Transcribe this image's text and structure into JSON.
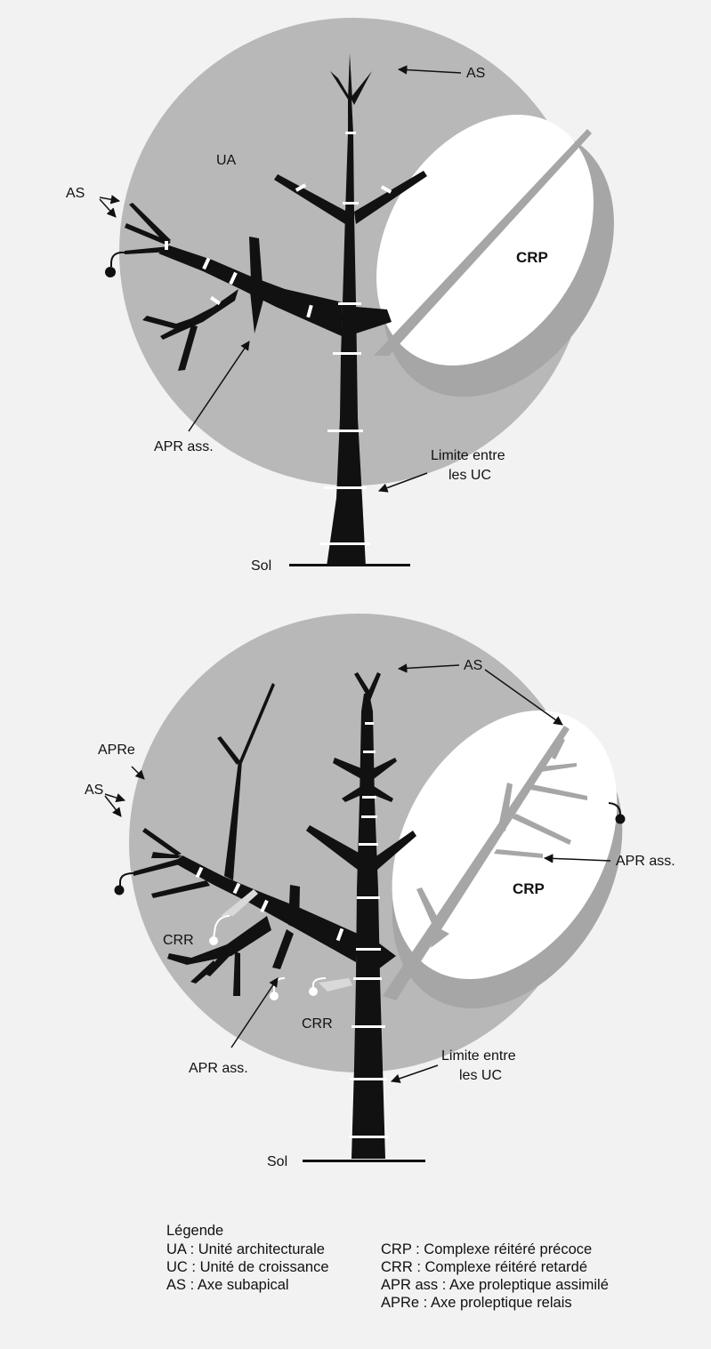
{
  "diagram_top": {
    "labels": {
      "as_top": "AS",
      "ua": "UA",
      "as_left": "AS",
      "crp": "CRP",
      "apr_ass": "APR ass.",
      "limite": [
        "Limite entre",
        "les UC"
      ],
      "sol": "Sol"
    }
  },
  "diagram_bottom": {
    "labels": {
      "as_top": "AS",
      "apre": "APRe",
      "as_left": "AS",
      "crr_left": "CRR",
      "crr_bottom": "CRR",
      "crp": "CRP",
      "apr_ass_right": "APR ass.",
      "apr_ass_bottom": "APR ass.",
      "limite": [
        "Limite entre",
        "les UC"
      ],
      "sol": "Sol"
    }
  },
  "legend": {
    "title": "Légende",
    "left": [
      "UA : Unité architecturale",
      "UC : Unité de croissance",
      "AS : Axe subapical"
    ],
    "right": [
      "CRP : Complexe réitéré précoce",
      "CRR : Complexe réitéré retardé",
      "APR ass : Axe proleptique assimilé",
      "APRe : Axe proleptique relais"
    ]
  },
  "colors": {
    "background": "#f2f2f2",
    "crown": "#b8b8b8",
    "crp": "#ffffff",
    "crp_shadow": "#a6a6a6",
    "trunk": "#111111"
  }
}
